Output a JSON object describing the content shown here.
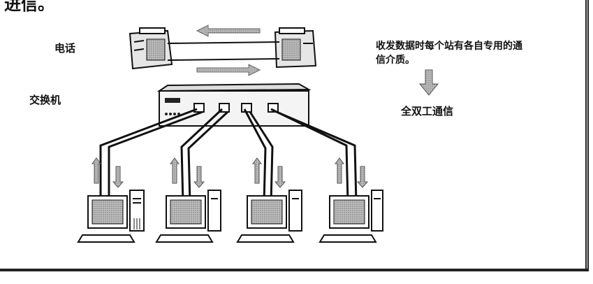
{
  "diagram": {
    "top_text": "进信。",
    "phone_label": "电话",
    "switch_label": "交换机",
    "description": "收发数据时每个站有各自专用的通信介质。",
    "mode_label": "全双工通信"
  },
  "colors": {
    "line": "#111111",
    "screen": "#9a9a9a",
    "arrow_fill": "#c8c8c8"
  },
  "icons": {
    "phone": "telephone-icon",
    "switch": "network-switch-icon",
    "computer": "desktop-computer-icon",
    "down_arrow": "down-arrow-icon"
  }
}
